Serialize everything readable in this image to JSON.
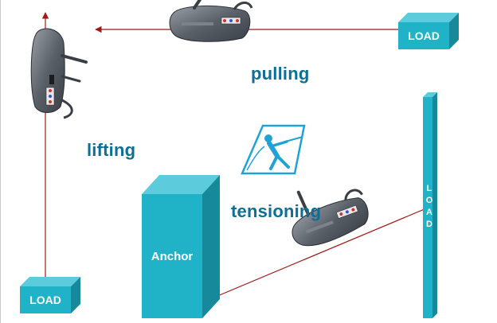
{
  "labels": {
    "pulling": "pulling",
    "lifting": "lifting",
    "tensioning": "tensioning"
  },
  "boxes": {
    "load_top": "LOAD",
    "load_bottom": "LOAD",
    "load_vertical": "LOAD",
    "anchor": "Anchor"
  },
  "icon": "tensioning-person-icon",
  "colors": {
    "box_front": "#20b2c6",
    "box_top": "#5ccbdb",
    "box_side": "#16899b",
    "label_text": "#0d6e96",
    "rope": "#a01818",
    "icon_stroke": "#1fa3d6"
  }
}
